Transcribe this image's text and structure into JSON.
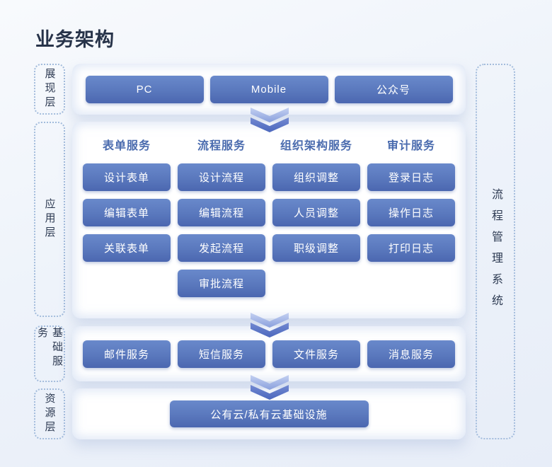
{
  "page": {
    "title": "业务架构"
  },
  "palette": {
    "node_gradient_top": "#6989cb",
    "node_gradient_bottom": "#4b67b0",
    "column_header_text": "#4a6bae",
    "dotted_border": "#a3bcdc",
    "layer_label_text": "#2d3a52",
    "title_text": "#273349",
    "arrow_light": "#c3d0f1",
    "arrow_dark": "#4b67bd"
  },
  "layers": {
    "left_labels": [
      {
        "label": "展现层"
      },
      {
        "label": "应用层"
      },
      {
        "label": "基础服务"
      },
      {
        "label": "资源层"
      }
    ],
    "right_panel": {
      "label": "流程管理系统"
    },
    "presentation": {
      "buttons": [
        "PC",
        "Mobile",
        "公众号"
      ]
    },
    "application": {
      "columns": [
        {
          "header": "表单服务",
          "buttons": [
            "设计表单",
            "编辑表单",
            "关联表单"
          ]
        },
        {
          "header": "流程服务",
          "buttons": [
            "设计流程",
            "编辑流程",
            "发起流程",
            "审批流程"
          ]
        },
        {
          "header": "组织架构服务",
          "buttons": [
            "组织调整",
            "人员调整",
            "职级调整"
          ]
        },
        {
          "header": "审计服务",
          "buttons": [
            "登录日志",
            "操作日志",
            "打印日志"
          ]
        }
      ]
    },
    "basic_services": {
      "buttons": [
        "邮件服务",
        "短信服务",
        "文件服务",
        "消息服务"
      ]
    },
    "resource": {
      "button": "公有云/私有云基础设施"
    }
  }
}
